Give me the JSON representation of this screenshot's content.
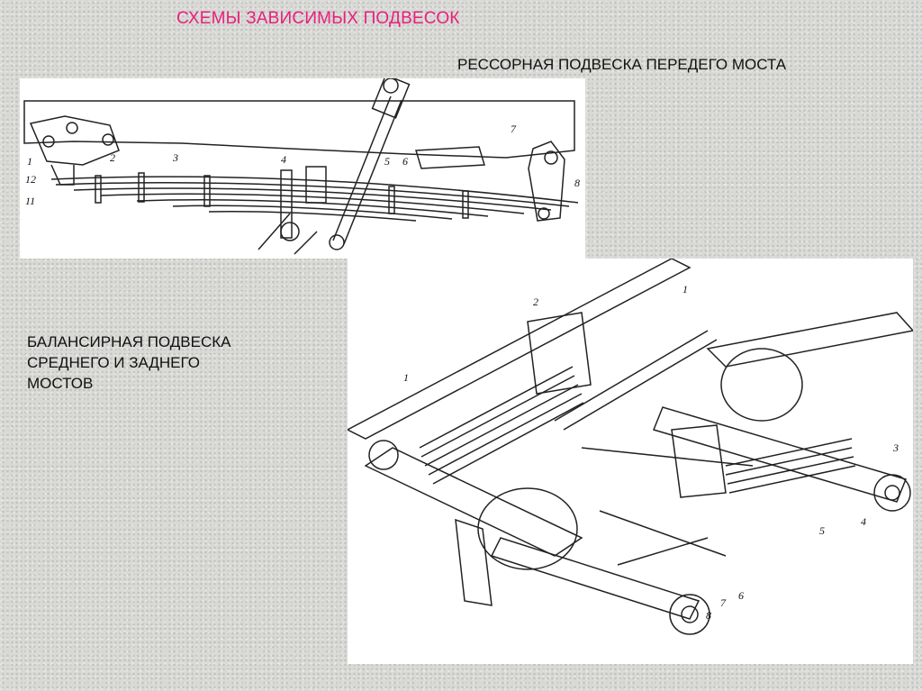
{
  "slide": {
    "title": "СХЕМЫ ЗАВИСИМЫХ ПОДВЕСОК",
    "front_suspension_title": "РЕССОРНАЯ ПОДВЕСКА ПЕРЕДЕГО МОСТА",
    "balance_suspension_title_lines": [
      "БАЛАНСИРНАЯ ПОДВЕСКА",
      "СРЕДНЕГО И ЗАДНЕГО",
      "МОСТОВ"
    ]
  },
  "diagram1": {
    "part_labels": [
      "1",
      "12",
      "11",
      "2",
      "3",
      "4",
      "5",
      "6",
      "7",
      "8"
    ]
  },
  "diagram2": {
    "part_labels": [
      "1",
      "2",
      "1",
      "3",
      "4",
      "5",
      "6",
      "7",
      "8"
    ]
  },
  "colors": {
    "title": "#e8207a",
    "text": "#111111"
  }
}
